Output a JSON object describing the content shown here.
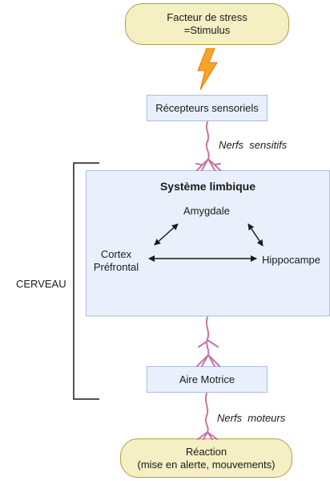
{
  "stressor": {
    "line1": "Facteur de stress",
    "line2": "=Stimulus"
  },
  "receptors": "Récepteurs sensoriels",
  "afferent_label": "Nerfs  sensitifs",
  "brain_label": "CERVEAU",
  "limbic": {
    "title": "Système limbique",
    "amygdala": "Amygdale",
    "cortex_line1": "Cortex",
    "cortex_line2": "Préfrontal",
    "hippocampus": "Hippocampe"
  },
  "motor_area": "Aire Motrice",
  "efferent_label": "Nerfs  moteurs",
  "reaction": {
    "line1": "Réaction",
    "line2": "(mise en alerte, mouvements)"
  },
  "colors": {
    "pill_fill": "#f5efc4",
    "pill_border": "#b59a4a",
    "box_fill": "#eaf0fb",
    "box_border": "#a9bde0",
    "nerve": "#c774a8",
    "lightning": "#f5a524"
  },
  "icons": [
    "lightning-icon",
    "nerve-icon"
  ]
}
